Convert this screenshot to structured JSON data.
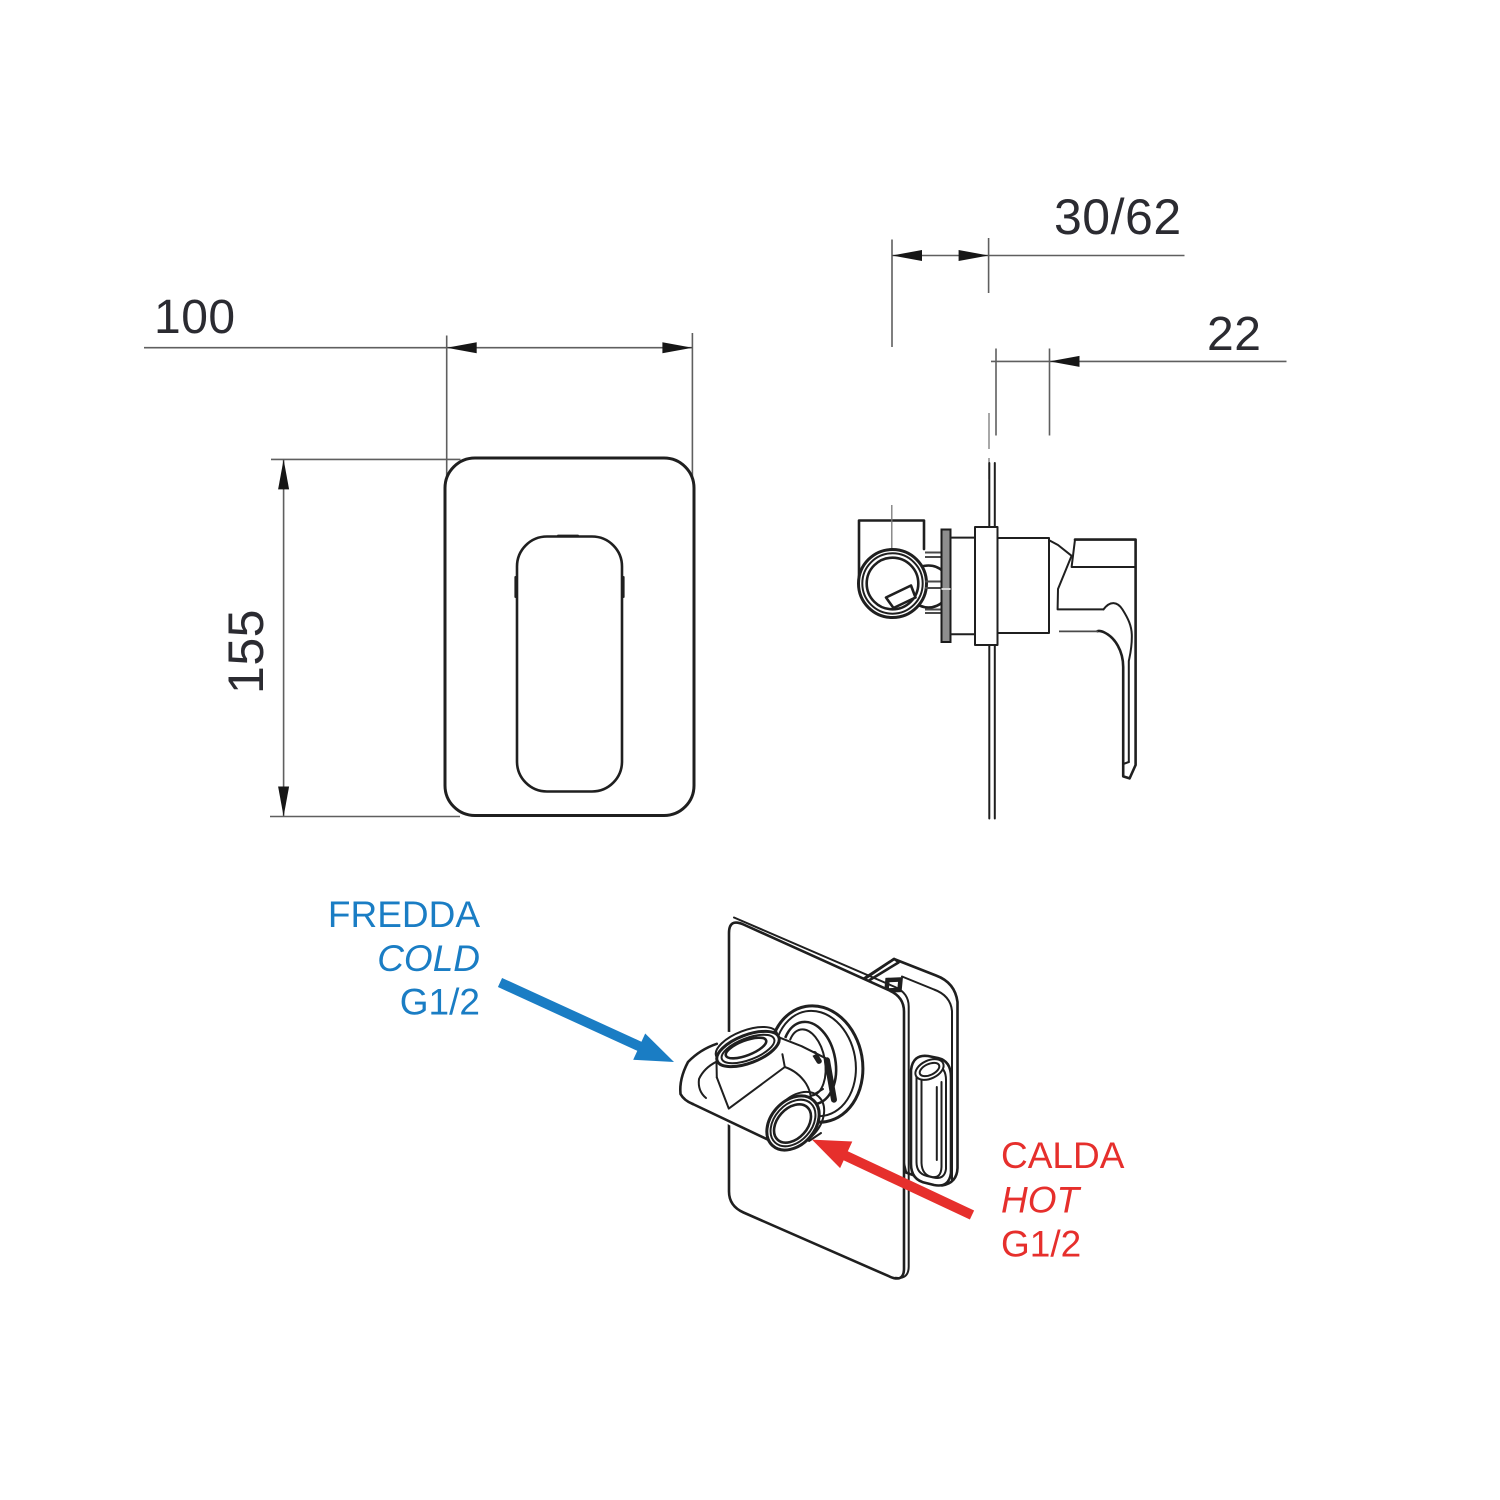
{
  "colors": {
    "line": "#1f1f1f",
    "dim_line": "#5f5f5f",
    "dim_text": "#2b2b31",
    "arrow": "#161616",
    "cold": "#1a7dc4",
    "hot": "#e62f2c",
    "flange_fill": "#8e8e8e",
    "detail_dark": "#1f1f1f"
  },
  "front_view": {
    "width_dim": "100",
    "height_dim": "155"
  },
  "side_view": {
    "wall_depth_dim": "30/62",
    "trim_depth_dim": "22"
  },
  "perspective_view": {
    "cold_label": {
      "it": "FREDDA",
      "en": "COLD",
      "thread": "G1/2"
    },
    "hot_label": {
      "it": "CALDA",
      "en": "HOT",
      "thread": "G1/2"
    }
  }
}
